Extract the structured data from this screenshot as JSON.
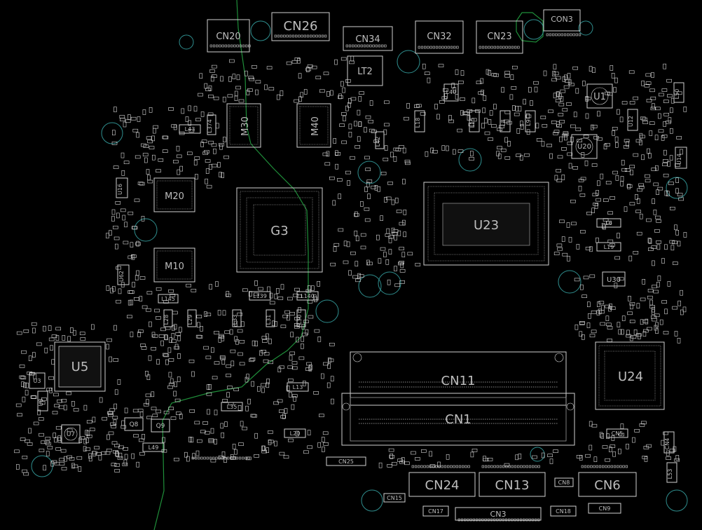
{
  "board": {
    "components_large": [
      {
        "id": "U23",
        "label": "U23"
      },
      {
        "id": "G3",
        "label": "G3"
      },
      {
        "id": "U5",
        "label": "U5"
      },
      {
        "id": "U24",
        "label": "U24"
      },
      {
        "id": "M20",
        "label": "M20"
      },
      {
        "id": "M10",
        "label": "M10"
      },
      {
        "id": "M30",
        "label": "M30"
      },
      {
        "id": "M40",
        "label": "M40"
      },
      {
        "id": "CN11",
        "label": "CN11"
      },
      {
        "id": "CN1",
        "label": "CN1"
      },
      {
        "id": "CN20",
        "label": "CN20"
      },
      {
        "id": "CN26",
        "label": "CN26"
      },
      {
        "id": "CN34",
        "label": "CN34"
      },
      {
        "id": "LT2",
        "label": "LT2"
      },
      {
        "id": "CN32",
        "label": "CN32"
      },
      {
        "id": "CN23",
        "label": "CN23"
      },
      {
        "id": "CN3_top",
        "label": "CON3"
      },
      {
        "id": "CN24",
        "label": "CN24"
      },
      {
        "id": "CN13",
        "label": "CN13"
      },
      {
        "id": "CN6",
        "label": "CN6"
      },
      {
        "id": "CN3_bottom",
        "label": "CN3"
      },
      {
        "id": "U1",
        "label": "U1"
      },
      {
        "id": "U20",
        "label": "U20"
      }
    ],
    "components_small": [
      {
        "id": "U30",
        "label": "U30"
      },
      {
        "id": "L6",
        "label": "L6"
      },
      {
        "id": "L19",
        "label": "L19"
      },
      {
        "id": "L43",
        "label": "L43"
      },
      {
        "id": "L13",
        "label": "L13"
      },
      {
        "id": "L35",
        "label": "L35"
      },
      {
        "id": "L20",
        "label": "L20"
      },
      {
        "id": "L49",
        "label": "L49"
      },
      {
        "id": "Q8",
        "label": "Q8"
      },
      {
        "id": "Q9",
        "label": "Q9"
      },
      {
        "id": "U7",
        "label": "U7"
      },
      {
        "id": "U8",
        "label": "U8"
      },
      {
        "id": "U16",
        "label": "U16"
      },
      {
        "id": "U62",
        "label": "U62"
      },
      {
        "id": "U12",
        "label": "U12"
      },
      {
        "id": "U14",
        "label": "U14"
      },
      {
        "id": "L50",
        "label": "L50"
      },
      {
        "id": "CN25",
        "label": "CN25"
      },
      {
        "id": "CN15",
        "label": "CN15"
      },
      {
        "id": "CN17",
        "label": "CN17"
      },
      {
        "id": "CN18",
        "label": "CN18"
      },
      {
        "id": "CN8",
        "label": "CN8"
      },
      {
        "id": "CN9",
        "label": "CN9"
      },
      {
        "id": "CN5",
        "label": "CN5"
      },
      {
        "id": "CN4",
        "label": "CN4"
      },
      {
        "id": "L53",
        "label": "L53"
      },
      {
        "id": "U3",
        "label": "U3"
      },
      {
        "id": "L8",
        "label": "L8"
      },
      {
        "id": "L9",
        "label": "L9"
      },
      {
        "id": "L15",
        "label": "L15"
      },
      {
        "id": "L18",
        "label": "L18"
      },
      {
        "id": "L28",
        "label": "L28"
      },
      {
        "id": "L29",
        "label": "L29"
      },
      {
        "id": "L30",
        "label": "L30"
      },
      {
        "id": "L31",
        "label": "L31"
      },
      {
        "id": "L33",
        "label": "L33"
      },
      {
        "id": "L40",
        "label": "L40"
      },
      {
        "id": "L42",
        "label": "L42"
      },
      {
        "id": "L145",
        "label": "L145"
      },
      {
        "id": "L139",
        "label": "L139"
      },
      {
        "id": "L140",
        "label": "L140"
      },
      {
        "id": "L374",
        "label": "L374"
      }
    ]
  },
  "colors": {
    "background": "#000000",
    "silkscreen": "#cfcfcf",
    "hole": "#2f8f8f",
    "trace": "#1f8f3a"
  }
}
